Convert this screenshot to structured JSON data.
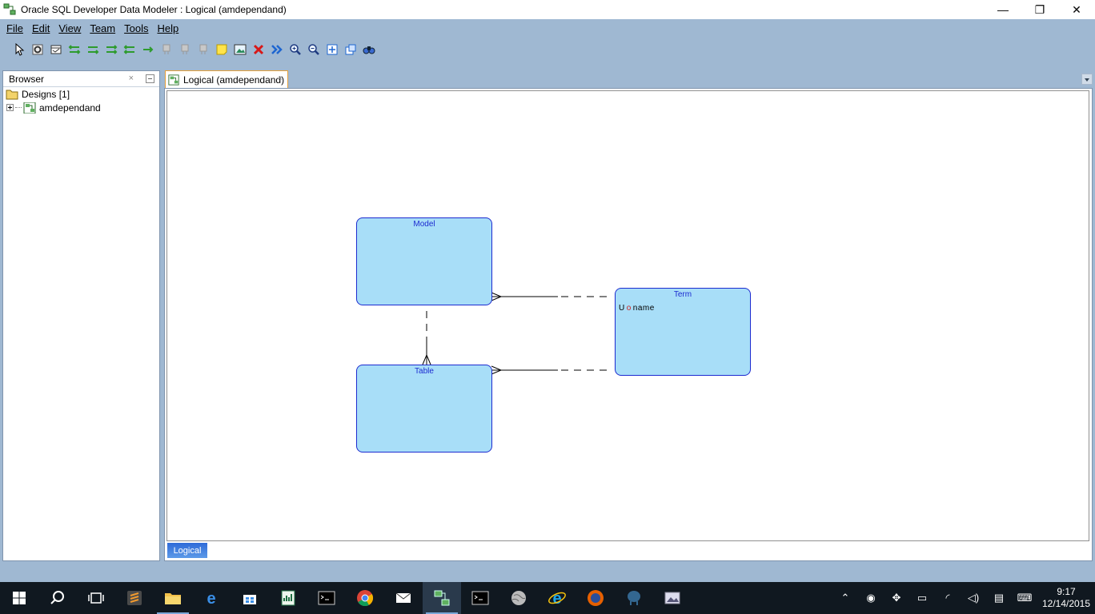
{
  "window": {
    "title": "Oracle SQL Developer Data Modeler : Logical (amdependand)",
    "minimize_glyph": "—",
    "restore_glyph": "❐",
    "close_glyph": "✕"
  },
  "menubar": {
    "items": [
      {
        "label": "File"
      },
      {
        "label": "Edit"
      },
      {
        "label": "View"
      },
      {
        "label": "Team"
      },
      {
        "label": "Tools"
      },
      {
        "label": "Help"
      }
    ]
  },
  "toolbar": {
    "buttons": [
      {
        "icon": "select-pointer-icon"
      },
      {
        "icon": "gear-icon"
      },
      {
        "icon": "new-entity-icon"
      },
      {
        "icon": "relation-1n-icon"
      },
      {
        "icon": "relation-11-icon"
      },
      {
        "icon": "relation-nm-icon"
      },
      {
        "icon": "relation-identifying-icon"
      },
      {
        "icon": "arrow-right-icon"
      },
      {
        "icon": "view-disabled-icon"
      },
      {
        "icon": "view-disabled-icon"
      },
      {
        "icon": "view-disabled-icon"
      },
      {
        "icon": "note-icon"
      },
      {
        "icon": "picture-icon"
      },
      {
        "icon": "delete-icon"
      },
      {
        "icon": "engineer-icon"
      },
      {
        "icon": "zoom-in-icon"
      },
      {
        "icon": "zoom-out-icon"
      },
      {
        "icon": "fit-screen-icon"
      },
      {
        "icon": "default-size-icon"
      },
      {
        "icon": "search-icon"
      }
    ],
    "colors": {
      "accent_green": "#2e9b2e",
      "delete_red": "#d81818",
      "engineer_blue": "#1e66d0"
    }
  },
  "browser": {
    "title": "Browser",
    "close_glyph": "×",
    "tree": [
      {
        "label": "Designs [1]",
        "icon": "folder-icon"
      },
      {
        "label": "amdependand",
        "icon": "design-icon"
      }
    ]
  },
  "editor": {
    "tab_label": "Logical (amdependand)",
    "tab_close_glyph": "×",
    "bottom_tab": "Logical",
    "entities": [
      {
        "id": "model",
        "title": "Model",
        "attributes": []
      },
      {
        "id": "table",
        "title": "Table",
        "attributes": []
      },
      {
        "id": "term",
        "title": "Term",
        "attributes": [
          {
            "flag_u": "U",
            "flag_o": "o",
            "name": "name"
          }
        ]
      }
    ],
    "colors": {
      "entity_fill": "#a8def8",
      "entity_border": "#1c2bd0",
      "attr_optional": "#d02020"
    }
  },
  "taskbar": {
    "apps": [
      {
        "icon": "windows-start-icon"
      },
      {
        "icon": "search-icon"
      },
      {
        "icon": "task-view-icon"
      },
      {
        "icon": "sublime-text-icon"
      },
      {
        "icon": "file-explorer-icon"
      },
      {
        "icon": "edge-icon"
      },
      {
        "icon": "store-icon"
      },
      {
        "icon": "excel-icon"
      },
      {
        "icon": "terminal-icon"
      },
      {
        "icon": "chrome-icon"
      },
      {
        "icon": "mail-icon"
      },
      {
        "icon": "data-modeler-icon"
      },
      {
        "icon": "terminal-icon"
      },
      {
        "icon": "globe-icon"
      },
      {
        "icon": "internet-explorer-icon"
      },
      {
        "icon": "firefox-icon"
      },
      {
        "icon": "postgresql-icon"
      },
      {
        "icon": "image-app-icon"
      }
    ],
    "tray": [
      {
        "icon": "chevron-up-icon",
        "glyph": "⌃"
      },
      {
        "icon": "shield-icon",
        "glyph": "◉"
      },
      {
        "icon": "dropbox-icon",
        "glyph": "✥"
      },
      {
        "icon": "battery-icon",
        "glyph": "▭"
      },
      {
        "icon": "wifi-icon",
        "glyph": "◜"
      },
      {
        "icon": "volume-icon",
        "glyph": "◁)"
      },
      {
        "icon": "notification-icon",
        "glyph": "▤"
      },
      {
        "icon": "keyboard-icon",
        "glyph": "⌨"
      }
    ],
    "time": "9:17",
    "date": "12/14/2015"
  }
}
